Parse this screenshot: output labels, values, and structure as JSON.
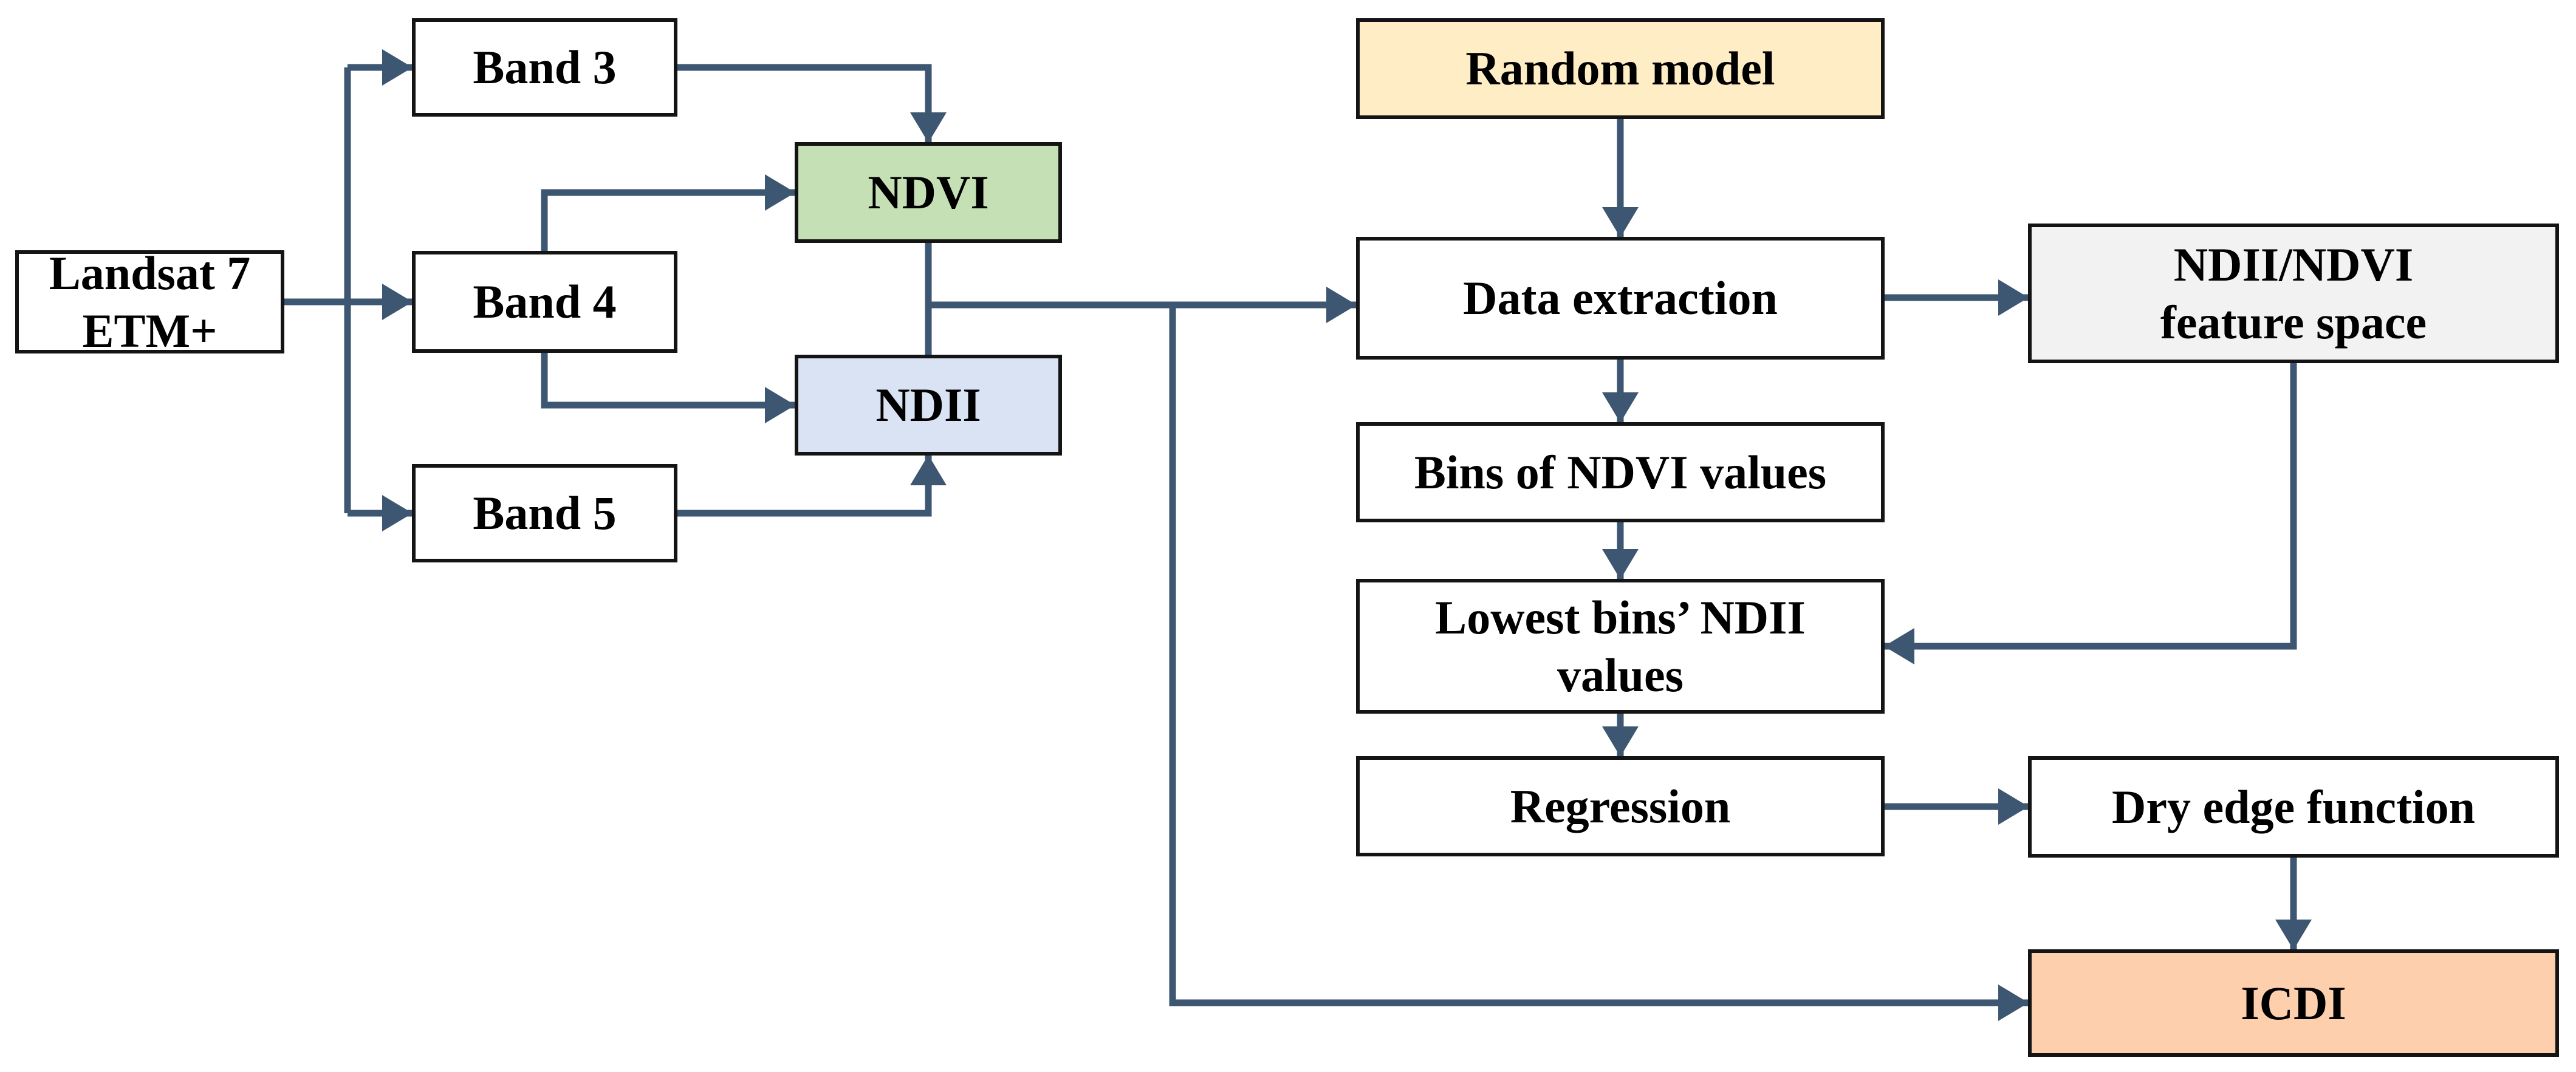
{
  "diagram": {
    "type": "flowchart",
    "colors": {
      "connector": "#3d5671",
      "box_border": "#141414",
      "box_text": "#000000",
      "default_fill": "#ffffff",
      "ndvi_fill": "#c5e0b4",
      "ndii_fill": "#dae3f3",
      "random_model_fill": "#ffeec5",
      "feature_space_fill": "#f2f2f2",
      "icdi_fill": "#fdcfac"
    },
    "nodes": {
      "landsat": {
        "label": "Landsat 7\nETM+",
        "fill": "#ffffff"
      },
      "band3": {
        "label": "Band 3",
        "fill": "#ffffff"
      },
      "band4": {
        "label": "Band 4",
        "fill": "#ffffff"
      },
      "band5": {
        "label": "Band 5",
        "fill": "#ffffff"
      },
      "ndvi": {
        "label": "NDVI",
        "fill": "#c5e0b4"
      },
      "ndii": {
        "label": "NDII",
        "fill": "#dae3f3"
      },
      "random_model": {
        "label": "Random model",
        "fill": "#ffeec5"
      },
      "data_extraction": {
        "label": "Data extraction",
        "fill": "#ffffff"
      },
      "feature_space": {
        "label": "NDII/NDVI\nfeature space",
        "fill": "#f2f2f2"
      },
      "bins": {
        "label": "Bins of NDVI values",
        "fill": "#ffffff"
      },
      "lowest_bins": {
        "label": "Lowest bins’ NDII\nvalues",
        "fill": "#ffffff"
      },
      "regression": {
        "label": "Regression",
        "fill": "#ffffff"
      },
      "dry_edge": {
        "label": "Dry edge function",
        "fill": "#ffffff"
      },
      "icdi": {
        "label": "ICDI",
        "fill": "#fdcfac"
      }
    },
    "edges": [
      {
        "from": "landsat",
        "to": "band3"
      },
      {
        "from": "landsat",
        "to": "band4"
      },
      {
        "from": "landsat",
        "to": "band5"
      },
      {
        "from": "band3",
        "to": "ndvi"
      },
      {
        "from": "band4",
        "to": "ndvi"
      },
      {
        "from": "band4",
        "to": "ndii"
      },
      {
        "from": "band5",
        "to": "ndii"
      },
      {
        "from": "ndvi",
        "to": "ndii",
        "style": "plain-junction"
      },
      {
        "from": "ndvi_ndii_junction",
        "to": "data_extraction"
      },
      {
        "from": "ndvi_ndii_junction",
        "to": "icdi"
      },
      {
        "from": "random_model",
        "to": "data_extraction"
      },
      {
        "from": "data_extraction",
        "to": "feature_space"
      },
      {
        "from": "data_extraction",
        "to": "bins"
      },
      {
        "from": "bins",
        "to": "lowest_bins"
      },
      {
        "from": "feature_space",
        "to": "lowest_bins"
      },
      {
        "from": "lowest_bins",
        "to": "regression"
      },
      {
        "from": "regression",
        "to": "dry_edge"
      },
      {
        "from": "dry_edge",
        "to": "icdi"
      }
    ]
  }
}
